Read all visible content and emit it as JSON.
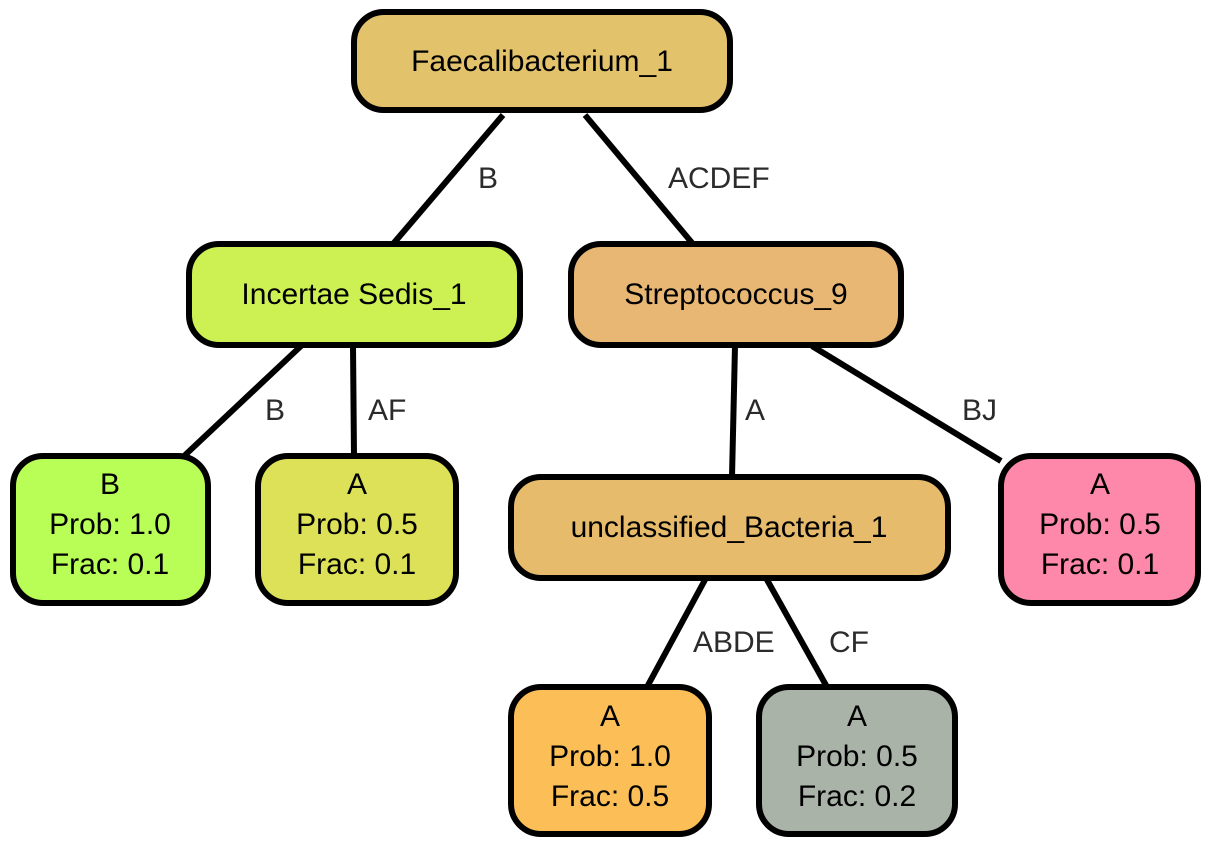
{
  "nodes": {
    "faecalibacterium": {
      "lines": [
        "Faecalibacterium_1"
      ],
      "color": "#e2c26b"
    },
    "incertae": {
      "lines": [
        "Incertae Sedis_1"
      ],
      "color": "#cdf053"
    },
    "streptococcus": {
      "lines": [
        "Streptococcus_9"
      ],
      "color": "#e9b774"
    },
    "leafB": {
      "lines": [
        "B",
        "Prob: 1.0",
        "Frac: 0.1"
      ],
      "color": "#b9fd57"
    },
    "leafA1": {
      "lines": [
        "A",
        "Prob: 0.5",
        "Frac: 0.1"
      ],
      "color": "#dce157"
    },
    "unclassified": {
      "lines": [
        "unclassified_Bacteria_1"
      ],
      "color": "#e6bb6b"
    },
    "leafA2": {
      "lines": [
        "A",
        "Prob: 0.5",
        "Frac: 0.1"
      ],
      "color": "#fd88a9"
    },
    "leafA3": {
      "lines": [
        "A",
        "Prob: 1.0",
        "Frac: 0.5"
      ],
      "color": "#fcbf57"
    },
    "leafA4": {
      "lines": [
        "A",
        "Prob: 0.5",
        "Frac: 0.2"
      ],
      "color": "#aab3a8"
    }
  },
  "edges": [
    {
      "from": "faecalibacterium",
      "to": "incertae",
      "label": "B"
    },
    {
      "from": "faecalibacterium",
      "to": "streptococcus",
      "label": "ACDEF"
    },
    {
      "from": "incertae",
      "to": "leafB",
      "label": "B"
    },
    {
      "from": "incertae",
      "to": "leafA1",
      "label": "AF"
    },
    {
      "from": "streptococcus",
      "to": "unclassified",
      "label": "A"
    },
    {
      "from": "streptococcus",
      "to": "leafA2",
      "label": "BJ"
    },
    {
      "from": "unclassified",
      "to": "leafA3",
      "label": "ABDE"
    },
    {
      "from": "unclassified",
      "to": "leafA4",
      "label": "CF"
    }
  ]
}
